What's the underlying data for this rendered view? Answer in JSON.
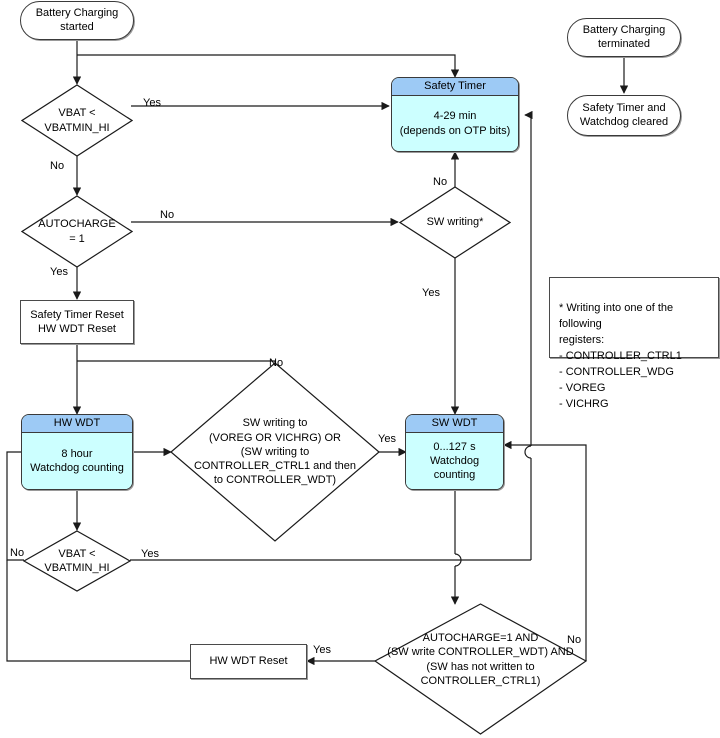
{
  "diagram": {
    "title": "Battery Charging Safety Timer and Watchdog flowchart",
    "colors": {
      "state_header": "#9dcaf5",
      "state_body": "#ccffff",
      "stroke": "#3a3a3a",
      "background": "#ffffff"
    }
  },
  "nodes": {
    "battery_charging_started": {
      "label": "Battery Charging\nstarted",
      "shape": "terminator"
    },
    "battery_charging_terminated": {
      "label": "Battery Charging\nterminated",
      "shape": "terminator"
    },
    "safety_timer_watchdog_cleared": {
      "label": "Safety Timer and\nWatchdog cleared",
      "shape": "terminator"
    },
    "vbat_check_top": {
      "label": "VBAT <\nVBATMIN_HI",
      "shape": "decision"
    },
    "autocharge_check": {
      "label": "AUTOCHARGE\n= 1",
      "shape": "decision"
    },
    "sw_writing_check": {
      "label": "SW writing*",
      "shape": "decision"
    },
    "safety_timer_reset": {
      "label": "Safety Timer Reset\nHW WDT Reset",
      "shape": "process"
    },
    "hw_wdt_reset": {
      "label": "HW WDT Reset",
      "shape": "process"
    },
    "safety_timer": {
      "header": "Safety Timer",
      "body": "4-29 min\n(depends on OTP bits)",
      "shape": "state"
    },
    "hw_wdt": {
      "header": "HW WDT",
      "body": "8 hour\nWatchdog counting",
      "shape": "state"
    },
    "sw_wdt": {
      "header": "SW WDT",
      "body": "0...127 s Watchdog\ncounting",
      "shape": "state"
    },
    "sw_writing_big_check": {
      "label": "SW writing to\n(VOREG OR VICHRG) OR\n(SW writing to\nCONTROLLER_CTRL1 and then\nto CONTROLLER_WDT)",
      "shape": "decision"
    },
    "vbat_check_bottom": {
      "label": "VBAT <\nVBATMIN_HI",
      "shape": "decision"
    },
    "autocharge_wdt_check": {
      "label": "AUTOCHARGE=1 AND\n(SW write CONTROLLER_WDT) AND\n(SW has not written to\nCONTROLLER_CTRL1)",
      "shape": "decision"
    }
  },
  "note": {
    "text": "* Writing into one of the following\nregisters:\n- CONTROLLER_CTRL1\n- CONTROLLER_WDG\n- VOREG\n- VICHRG"
  },
  "edge_labels": {
    "vbat_top_yes": "Yes",
    "vbat_top_no": "No",
    "autocharge_no": "No",
    "autocharge_yes": "Yes",
    "sw_writing_no": "No",
    "sw_writing_yes": "Yes",
    "big_diamond_no": "No",
    "big_diamond_yes": "Yes",
    "vbat_bottom_no": "No",
    "vbat_bottom_yes": "Yes",
    "autocharge_wdt_yes": "Yes",
    "autocharge_wdt_no": "No"
  }
}
